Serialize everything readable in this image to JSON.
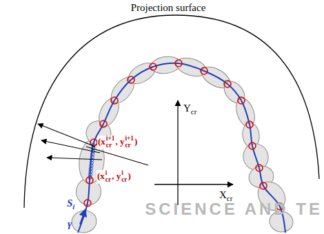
{
  "diagram": {
    "labels": [
      "Projection surface",
      "Y",
      "cr",
      "X",
      "cr",
      "(x",
      "i+1",
      "cr",
      ", y",
      "i+1",
      "cr",
      ")",
      "(x",
      "i",
      "cr",
      ", y",
      "i",
      "cr",
      ")",
      "S",
      "i",
      "γ",
      "SCIENCE AND TE"
    ]
  }
}
